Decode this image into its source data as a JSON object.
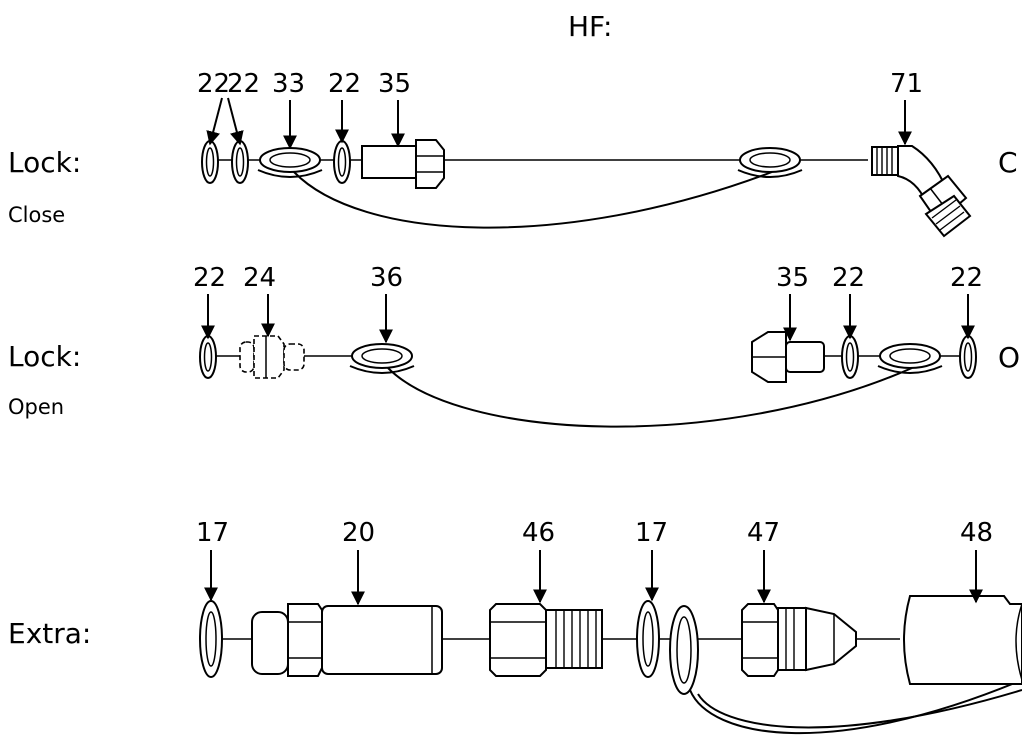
{
  "title": "HF:",
  "rows": {
    "close": {
      "label": "Lock:",
      "sublabel": "Close",
      "end_mark": "C"
    },
    "open": {
      "label": "Lock:",
      "sublabel": "Open",
      "end_mark": "O"
    },
    "extra": {
      "label": "Extra:"
    }
  },
  "callouts": {
    "close": [
      "22",
      "22",
      "33",
      "22",
      "35",
      "71"
    ],
    "open": [
      "22",
      "24",
      "36",
      "35",
      "22",
      "22"
    ],
    "extra": [
      "17",
      "20",
      "46",
      "17",
      "47",
      "48"
    ]
  }
}
